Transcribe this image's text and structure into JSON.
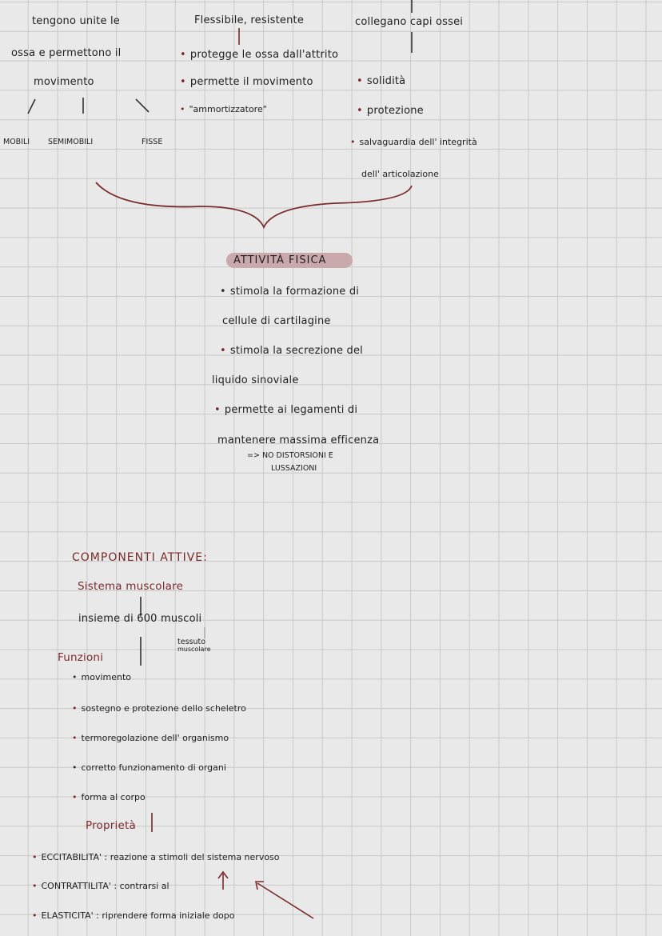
{
  "top_left": {
    "line1": "tengono unite le",
    "line2": "ossa e permettono il",
    "line3": "movimento",
    "types": [
      "MOBILI",
      "SEMIMOBILI",
      "FISSE"
    ]
  },
  "top_center": {
    "heading": "Flessibile, resistente",
    "items": [
      "protegge le ossa dall'attrito",
      "permette il movimento",
      "\"ammortizzatore\""
    ]
  },
  "top_right": {
    "heading": "collegano capi ossei",
    "items": [
      "solidità",
      "protezione",
      "salvaguardia dell' integrità"
    ],
    "cont": "dell' articolazione"
  },
  "attivita": {
    "title": "ATTIVITÀ FISICA",
    "lines": [
      "stimola la formazione di",
      "cellule di cartilagine",
      "stimola la secrezione del",
      "liquido sinoviale",
      "permette ai legamenti di",
      "mantenere massima efficenza"
    ],
    "result1": "=> NO DISTORSIONI E",
    "result2": "LUSSAZIONI"
  },
  "componenti": {
    "title": "COMPONENTI ATTIVE:",
    "subtitle": "Sistema muscolare",
    "insieme": "insieme di 600 muscoli",
    "tessuto1": "tessuto",
    "tessuto2": "muscolare",
    "funzioni_label": "Funzioni",
    "funzioni": [
      "movimento",
      "sostegno e protezione dello scheletro",
      "termoregolazione dell' organismo",
      "corretto funzionamento di organi",
      "forma al corpo"
    ],
    "proprieta_label": "Proprietà",
    "proprieta": [
      "ECCITABILITA' : reazione a stimoli del sistema nervoso",
      "CONTRATTILITA' : contrarsi al",
      "ELASTICITA' : riprendere forma iniziale dopo"
    ]
  },
  "colors": {
    "accent": "#7a2a2a",
    "highlight": "#c9a9ab",
    "paper": "#e9e9e9",
    "grid": "#c9c9c9"
  }
}
